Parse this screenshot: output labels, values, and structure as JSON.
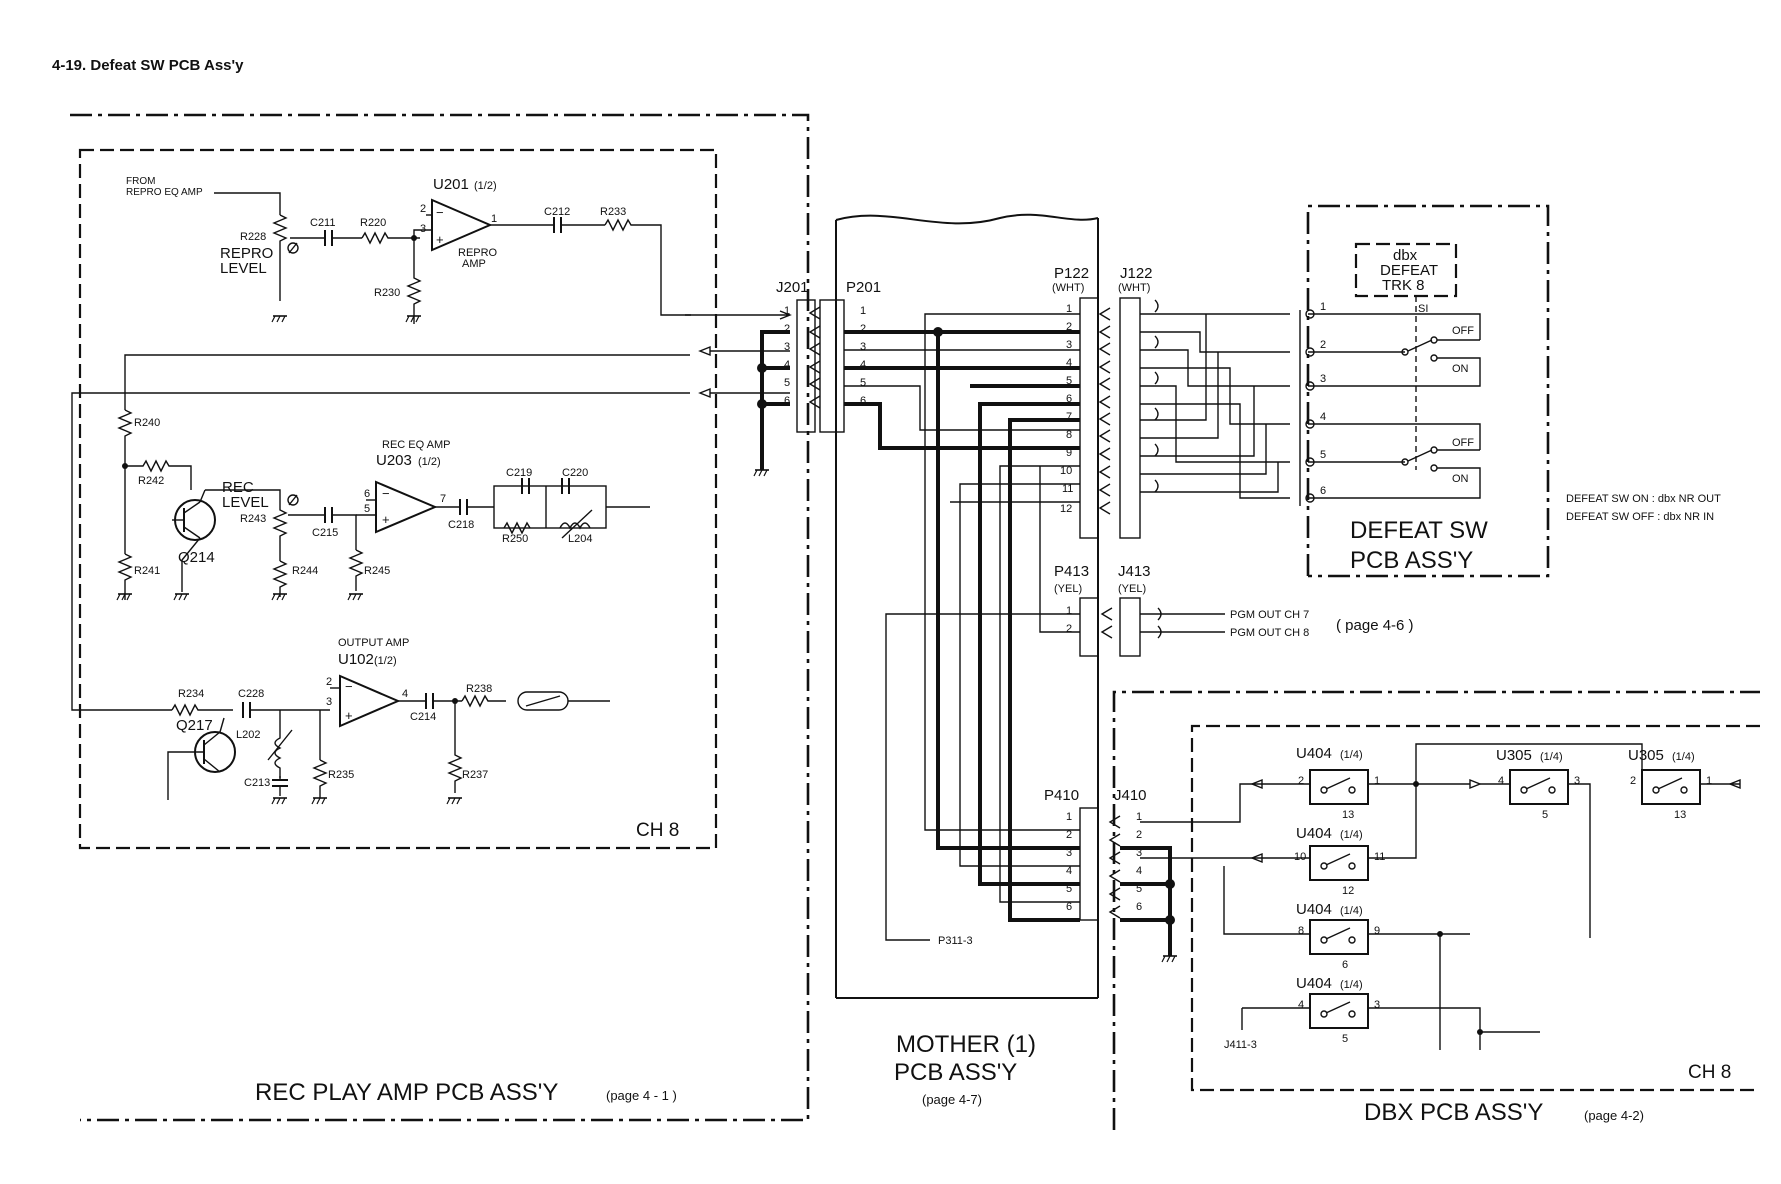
{
  "header": {
    "title": "4-19.  Defeat SW PCB Ass'y"
  },
  "blocks": {
    "rec_play": {
      "title": "REC PLAY AMP PCB ASS'Y",
      "page": "(page 4 - 1 )",
      "ch": "CH 8"
    },
    "mother": {
      "title1": "MOTHER (1)",
      "title2": "PCB ASS'Y",
      "page": "(page 4-7)"
    },
    "defeat": {
      "title1": "DEFEAT SW",
      "title2": "PCB ASS'Y",
      "box1": "dbx",
      "box2": "DEFEAT",
      "box3": "TRK 8",
      "s1": "SI",
      "off": "OFF",
      "on": "ON"
    },
    "dbx": {
      "title": "DBX PCB ASS'Y",
      "page": "(page 4-2)",
      "ch": "CH 8"
    }
  },
  "notes": {
    "on": "DEFEAT SW ON  :  dbx NR OUT",
    "off": "DEFEAT SW OFF :  dbx NR IN"
  },
  "pgm": {
    "ch7": "PGM OUT CH 7",
    "ch8": "PGM OUT CH 8",
    "page": "( page 4-6 )"
  },
  "connectors": {
    "j201": "J201",
    "p201": "P201",
    "p122": "P122",
    "p122c": "(WHT)",
    "j122": "J122",
    "j122c": "(WHT)",
    "p413": "P413",
    "p413c": "(YEL)",
    "j413": "J413",
    "j413c": "(YEL)",
    "p410": "P410",
    "j410": "J410",
    "p311": "P311-3",
    "j411": "J411-3"
  },
  "labels": {
    "from1": "FROM",
    "from2": "REPRO EQ AMP",
    "r228": "R228",
    "repro1": "REPRO",
    "repro2": "LEVEL",
    "c211": "C211",
    "r220": "R220",
    "r230": "R230",
    "u201": "U201",
    "u201p": "(1/2)",
    "reproamp1": "REPRO",
    "reproamp2": "AMP",
    "c212": "C212",
    "r233": "R233",
    "r240": "R240",
    "r242": "R242",
    "q214": "Q214",
    "rec1": "REC",
    "rec2": "LEVEL",
    "r243": "R243",
    "c215": "C215",
    "receq": "REC EQ  AMP",
    "u203": "U203",
    "u203p": "(1/2)",
    "c218": "C218",
    "c219": "C219",
    "c220": "C220",
    "r250": "R250",
    "l204": "L204",
    "r241": "R241",
    "r244": "R244",
    "r245": "R245",
    "outamp": "OUTPUT AMP",
    "u102": "U102",
    "u102p": "(1/2)",
    "r234": "R234",
    "c228": "C228",
    "q217": "Q217",
    "l202": "L202",
    "c213": "C213",
    "r235": "R235",
    "c214": "C214",
    "r238": "R238",
    "r237": "R237",
    "u404": "U404",
    "u404p": "(1/4)",
    "u305": "U305",
    "u305p": "(1/4)"
  }
}
